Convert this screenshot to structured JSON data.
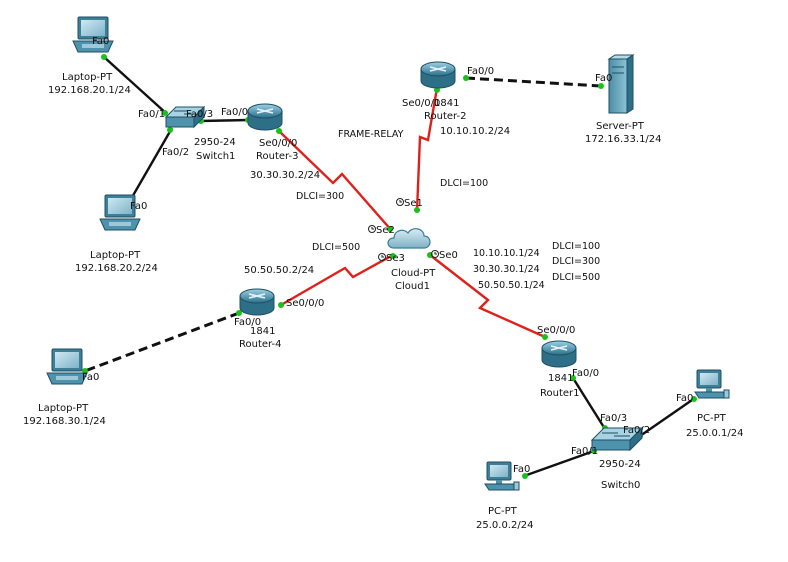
{
  "colors": {
    "ethernet": "#111111",
    "serial": "#e0201b",
    "copper_cross": "#111111",
    "port_up": "#19c219",
    "device_blue": "#5b9bb5",
    "device_dark": "#2e6f88"
  },
  "devices": {
    "laptop1": {
      "icon": "laptop-icon",
      "name": "Laptop-PT",
      "ip": "192.168.20.1/24"
    },
    "laptop2": {
      "icon": "laptop-icon",
      "name": "Laptop-PT",
      "ip": "192.168.20.2/24"
    },
    "laptop3": {
      "icon": "laptop-icon",
      "name": "Laptop-PT",
      "ip": "192.168.30.1/24"
    },
    "switch1": {
      "icon": "switch-icon",
      "model": "2950-24",
      "name": "Switch1"
    },
    "router3": {
      "icon": "router-icon",
      "name": "Router-3",
      "ip": "30.30.30.2/24"
    },
    "router2": {
      "icon": "router-icon",
      "model": "1841",
      "name": "Router-2",
      "ip": "10.10.10.2/24"
    },
    "server": {
      "icon": "server-icon",
      "name": "Server-PT",
      "ip": "172.16.33.1/24"
    },
    "cloud": {
      "icon": "cloud-icon",
      "name": "Cloud-PT",
      "name2": "Cloud1"
    },
    "router4": {
      "icon": "router-icon",
      "model": "1841",
      "name": "Router-4",
      "ip": "50.50.50.2/24"
    },
    "router1": {
      "icon": "router-icon",
      "model": "1841",
      "name": "Router1"
    },
    "switch0": {
      "icon": "switch-icon",
      "model": "2950-24",
      "name": "Switch0"
    },
    "pc1": {
      "icon": "pc-icon",
      "name": "PC-PT",
      "ip": "25.0.0.1/24"
    },
    "pc2": {
      "icon": "pc-icon",
      "name": "PC-PT",
      "ip": "25.0.0.2/24"
    }
  },
  "ports": {
    "laptop1_fa0": "Fa0",
    "switch1_fa01": "Fa0/1",
    "switch1_fa03": "Fa0/3",
    "switch1_fa02": "Fa0/2",
    "router3_fa00": "Fa0/0",
    "router3_se000": "Se0/0/0",
    "laptop2_fa0": "Fa0",
    "router2_se000": "Se0/0/0",
    "router2_fa00": "Fa0/0",
    "server_fa0": "Fa0",
    "cloud_se1": "Se1",
    "cloud_se2": "Se2",
    "cloud_se3": "Se3",
    "cloud_se0": "Se0",
    "router4_se000": "Se0/0/0",
    "router4_fa00": "Fa0/0",
    "laptop3_fa0": "Fa0",
    "router1_se000": "Se0/0/0",
    "router1_fa00": "Fa0/0",
    "switch0_fa03": "Fa0/3",
    "switch0_fa02": "Fa0/2",
    "switch0_fa01": "Fa0/1",
    "pc1_fa0": "Fa0",
    "pc2_fa0": "Fa0"
  },
  "annotations": {
    "frame_relay": "FRAME-RELAY",
    "dlci_router3": "DLCI=300",
    "dlci_router2": "DLCI=100",
    "dlci_router4": "DLCI=500",
    "router1_ip1": "10.10.10.1/24",
    "router1_ip2": "30.30.30.1/24",
    "router1_ip3": "50.50.50.1/24",
    "router1_dlci1": "DLCI=100",
    "router1_dlci2": "DLCI=300",
    "router1_dlci3": "DLCI=500"
  }
}
